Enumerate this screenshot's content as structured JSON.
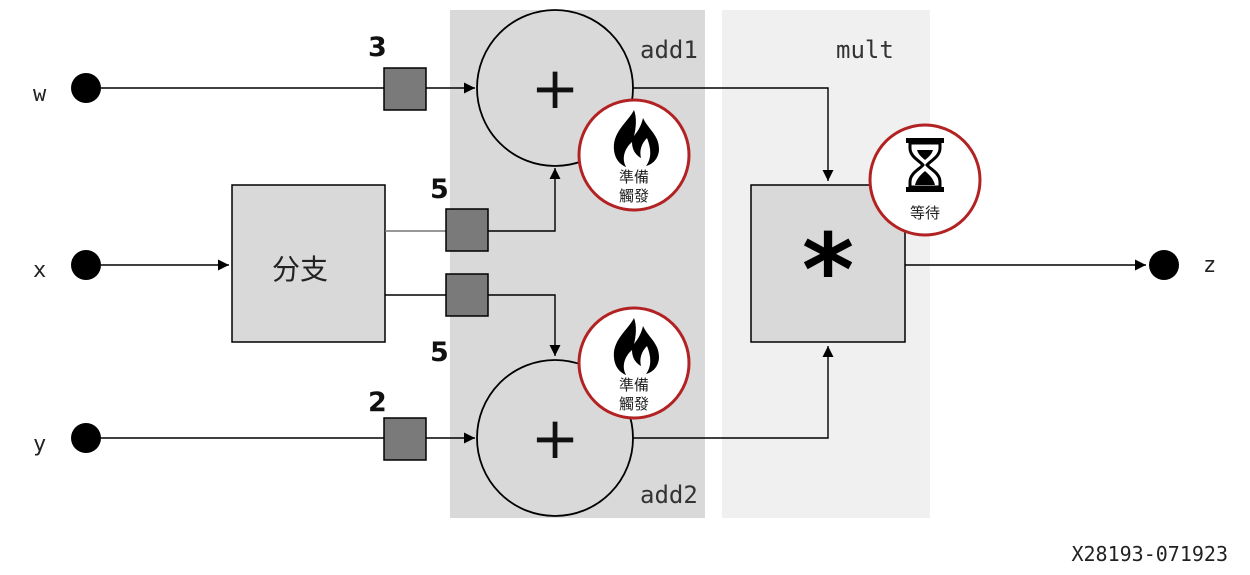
{
  "inputs": {
    "w": "w",
    "x": "x",
    "y": "y"
  },
  "output": {
    "z": "z"
  },
  "regions": {
    "add_region_title_1": "add1",
    "add_region_title_2": "add2",
    "mult_region_title": "mult"
  },
  "nodes": {
    "branch": "分支",
    "add1_symbol": "+",
    "add2_symbol": "+",
    "mult_symbol": "*"
  },
  "latencies": {
    "w_to_add1": "3",
    "branch_to_add1": "5",
    "branch_to_add2": "5",
    "y_to_add2": "2"
  },
  "badges": {
    "add1": {
      "line1": "準備",
      "line2": "觸發",
      "icon": "fire-icon"
    },
    "add2": {
      "line1": "準備",
      "line2": "觸發",
      "icon": "fire-icon"
    },
    "mult": {
      "line1": "等待",
      "icon": "hourglass-icon"
    }
  },
  "colors": {
    "add_region": "#d9d9d9",
    "mult_region": "#f0f0f0",
    "node_fill": "#d9d9d9",
    "register_fill": "#7a7a7a",
    "badge_ring": "#b22222"
  },
  "figure_id": "X28193-071923"
}
